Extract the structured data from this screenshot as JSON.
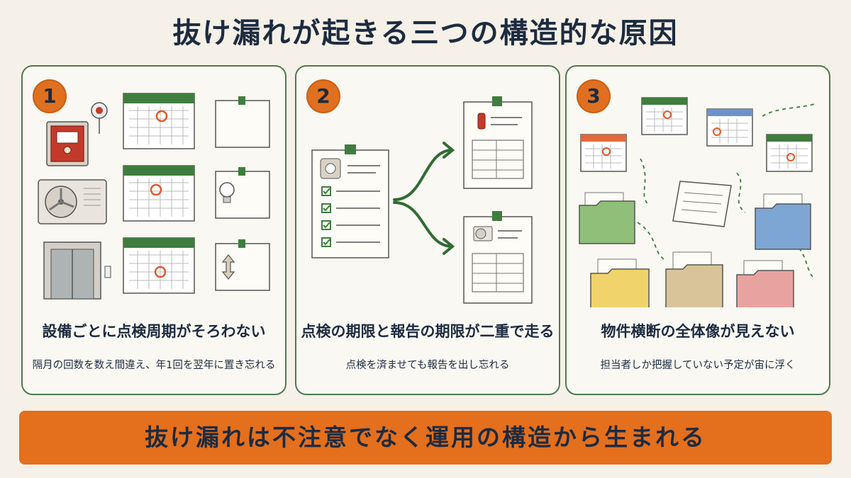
{
  "title": "抜け漏れが起きる三つの構造的な原因",
  "panels": [
    {
      "number": "1",
      "heading": "設備ごとに点検周期がそろわない",
      "subtext": "隔月の回数を数え間違え、年1回を翌年に置き忘れる",
      "equipment_icons": [
        "fire-alarm-panel-icon",
        "air-conditioner-unit-icon",
        "elevator-icon"
      ],
      "note_icons": [
        "blank-note-icon",
        "light-bulb-icon",
        "up-down-arrow-icon"
      ]
    },
    {
      "number": "2",
      "heading": "点検の期限と報告の期限が二重で走る",
      "subtext": "点検を済ませても報告を出し忘れる",
      "checklist_checked_items": 4
    },
    {
      "number": "3",
      "heading": "物件横断の全体像が見えない",
      "subtext": "担当者しか把握していない予定が宙に浮く",
      "folder_colors": [
        "#8fbf78",
        "#7ea6d4",
        "#f0d36a",
        "#d9c49a",
        "#e8a3a0"
      ]
    }
  ],
  "banner": {
    "text": "抜け漏れは不注意でなく運用の構造から生まれる"
  },
  "colors": {
    "accent": "#e46f1d",
    "panel_border": "#4e7a52",
    "calendar_green": "#3f7d3e",
    "mark_red": "#e05a2a"
  }
}
